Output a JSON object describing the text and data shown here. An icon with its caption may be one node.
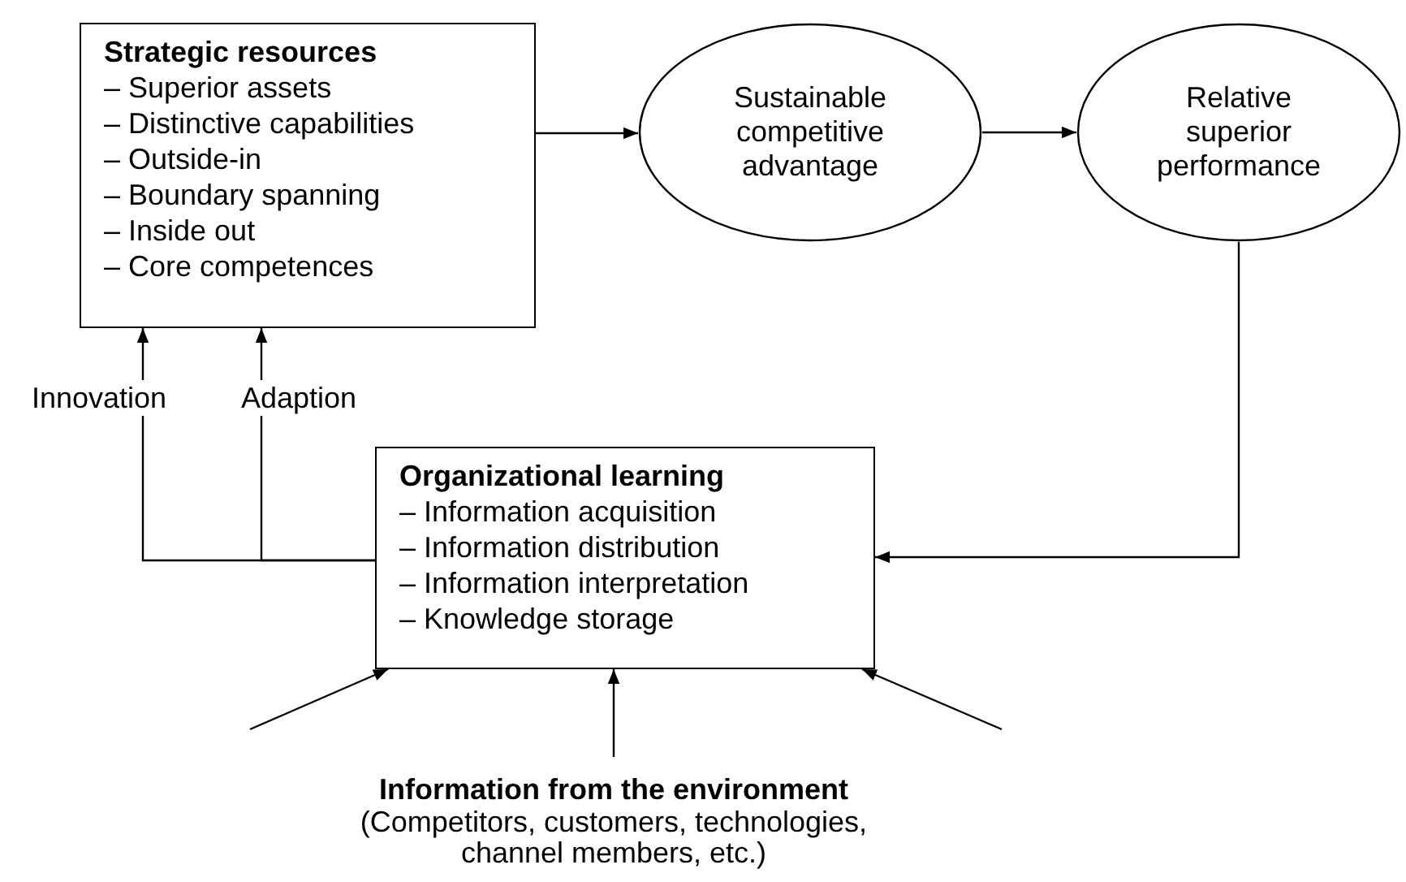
{
  "diagram": {
    "nodes": [
      {
        "text": [
          "Strategic resources",
          "– Superior assets",
          "– Distinctive capabilities",
          "– Outside-in",
          "– Boundary spanning",
          "– Inside out",
          "– Core competences"
        ]
      },
      {
        "text": [
          "Sustainable competitive advantage"
        ]
      },
      {
        "text": [
          "Relative superior performance"
        ]
      },
      {
        "text": [
          "Organizational learning",
          "– Information acquisition",
          "– Information distribution",
          "– Information interpretation",
          "– Knowledge storage"
        ]
      },
      {
        "text": [
          "Information from the environment",
          "(Competitors, customers, technologies, channel members, etc.)"
        ]
      }
    ],
    "edges": [
      {
        "from": 0,
        "to": 1,
        "arrow": "to"
      },
      {
        "from": 1,
        "to": 2,
        "arrow": "to"
      },
      {
        "from": 2,
        "to": 3,
        "arrow": "to"
      },
      {
        "from": 3,
        "to": 0,
        "arrow": "to",
        "label": "Innovation"
      },
      {
        "from": 3,
        "to": 0,
        "arrow": "to",
        "label": "Adaption"
      },
      {
        "from": null,
        "to": 3,
        "arrow": "to"
      },
      {
        "from": 4,
        "to": 3,
        "arrow": "to"
      },
      {
        "from": null,
        "to": 3,
        "arrow": "to"
      }
    ]
  }
}
